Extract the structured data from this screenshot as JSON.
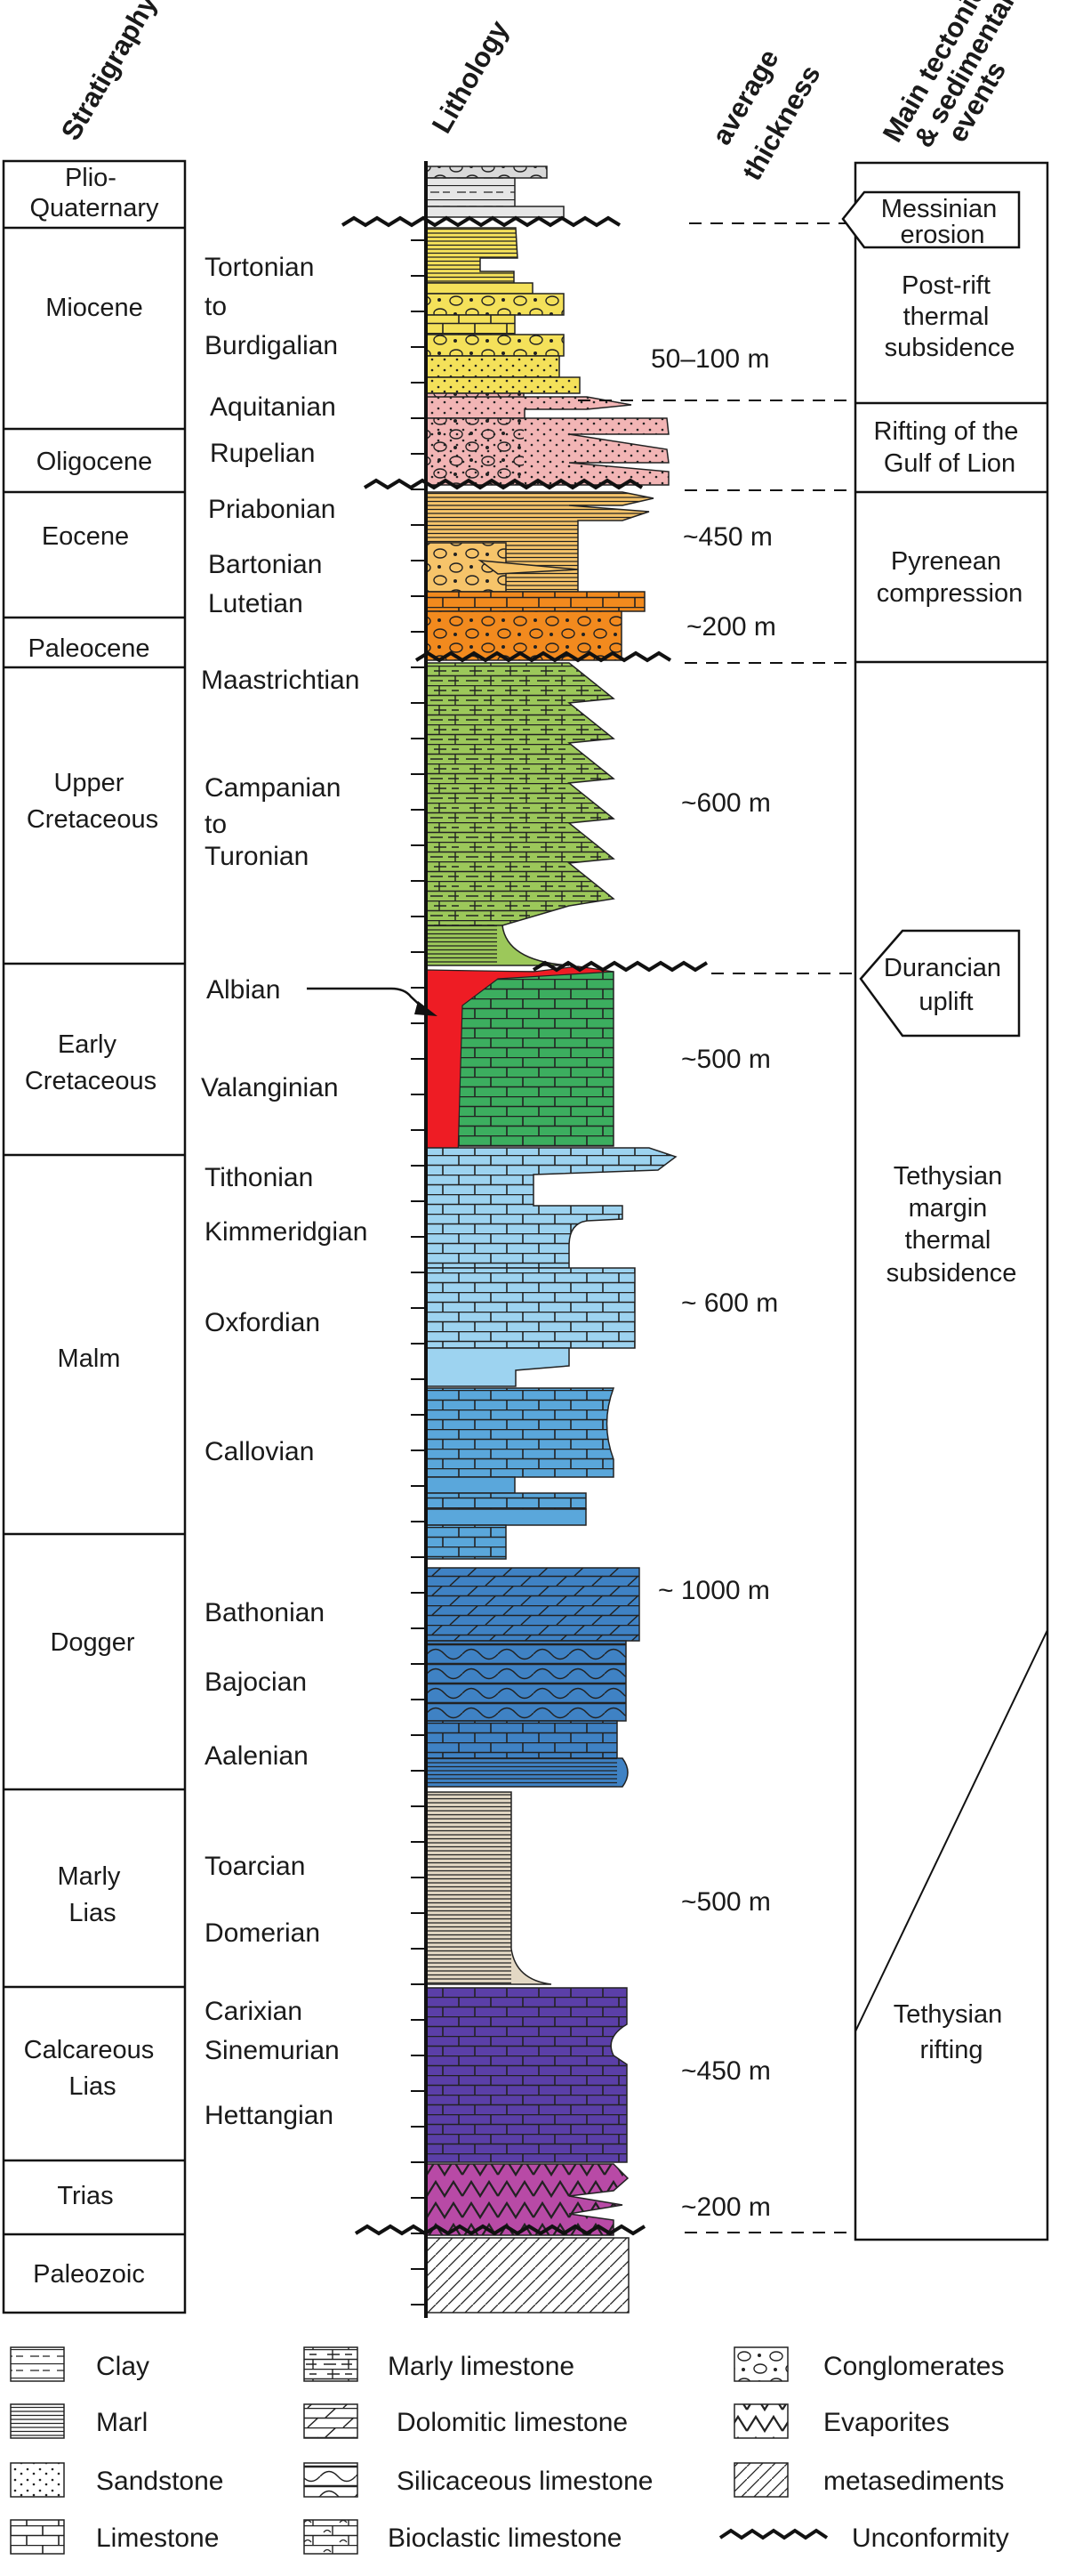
{
  "headers": {
    "stratigraphy": "Stratigraphy",
    "lithology": "Lithology",
    "thickness": "average thickness",
    "events": "Main tectonics & sedimentary events"
  },
  "stratigraphy": [
    {
      "id": "plio",
      "label": "Plio-Quaternary"
    },
    {
      "id": "miocene",
      "label": "Miocene"
    },
    {
      "id": "oligocene",
      "label": "Oligocene"
    },
    {
      "id": "eocene",
      "label": "Eocene"
    },
    {
      "id": "paleocene",
      "label": "Paleocene"
    },
    {
      "id": "upper-cretaceous",
      "label": "Upper Cretaceous"
    },
    {
      "id": "early-cretaceous",
      "label": "Early Cretaceous"
    },
    {
      "id": "malm",
      "label": "Malm"
    },
    {
      "id": "dogger",
      "label": "Dogger"
    },
    {
      "id": "marly-lias",
      "label": "Marly Lias"
    },
    {
      "id": "calcareous-lias",
      "label": "Calcareous Lias"
    },
    {
      "id": "trias",
      "label": "Trias"
    },
    {
      "id": "paleozoic",
      "label": "Paleozoic"
    }
  ],
  "stages": [
    "Tortonian",
    "to",
    "Burdigalian",
    "Aquitanian",
    "Rupelian",
    "Priabonian",
    "Bartonian",
    "Lutetian",
    "Maastrichtian",
    "Campanian",
    "to",
    "Turonian",
    "Albian",
    "Valanginian",
    "Tithonian",
    "Kimmeridgian",
    "Oxfordian",
    "Callovian",
    "Bathonian",
    "Bajocian",
    "Aalenian",
    "Toarcian",
    "Domerian",
    "Carixian",
    "Sinemurian",
    "Hettangian"
  ],
  "thicknesses": [
    "50–100 m",
    "~450 m",
    "~200 m",
    "~600 m",
    "~500 m",
    "~ 600 m",
    "~ 1000 m",
    "~500 m",
    "~450 m",
    "~200 m"
  ],
  "events": {
    "messinian": "Messinian erosion",
    "post_rift": "Post-rift thermal subsidence",
    "rifting_gulf": "Rifting of the Gulf of Lion",
    "pyrenean": "Pyrenean compression",
    "durancian": "Durancian uplift",
    "tethysian_margin": "Tethysian margin thermal subsidence",
    "tethysian_rifting": "Tethysian rifting"
  },
  "legend": [
    "Clay",
    "Marl",
    "Sandstone",
    "Limestone",
    "Marly limestone",
    "Dolomitic limestone",
    "Silicaceous limestone",
    "Bioclastic limestone",
    "Conglomerates",
    "Evaporites",
    "metasediments",
    "Unconformity"
  ],
  "colors": {
    "plio": "#d9d9d9",
    "miocene": "#f4e15a",
    "oligocene": "#f2b5b5",
    "eocene": "#f6c46a",
    "paleocene": "#f28a1e",
    "upper_cretaceous": "#9cc85a",
    "early_cretaceous": "#3cae5f",
    "albian": "#ee1c24",
    "malm_light": "#9dd3f0",
    "malm_mid": "#5aa7db",
    "dogger": "#3f82c4",
    "marly_lias": "#e3d8c4",
    "calcareous_lias": "#5b3fa8",
    "trias": "#b84aa6",
    "paleozoic": "#ffffff"
  }
}
